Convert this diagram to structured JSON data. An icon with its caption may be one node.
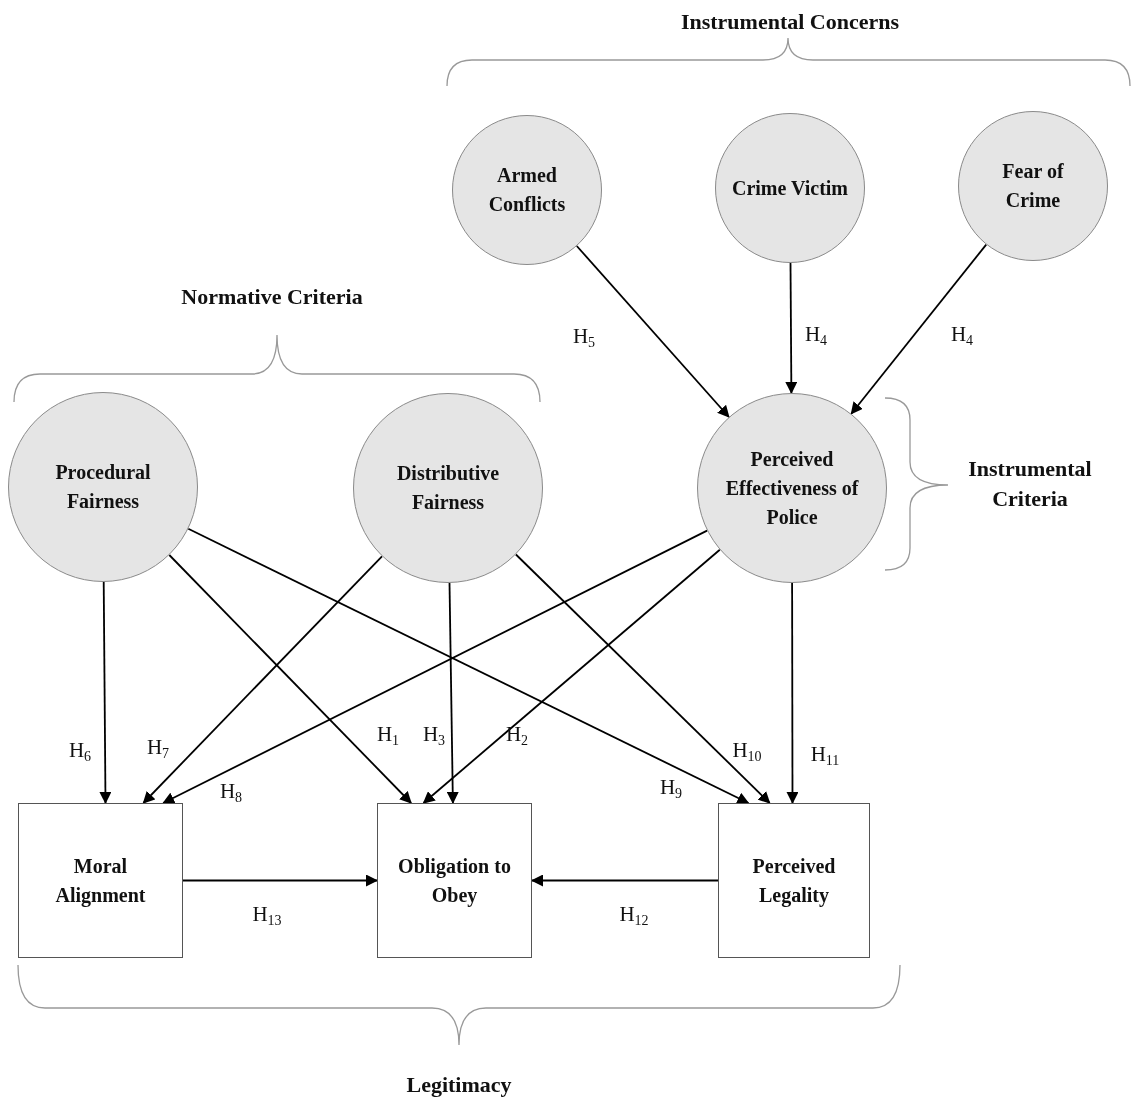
{
  "diagram": {
    "nodes": [
      {
        "text": [
          "Armed Conflicts"
        ]
      },
      {
        "text": [
          "Crime Victim"
        ]
      },
      {
        "text": [
          "Fear of Crime"
        ]
      },
      {
        "text": [
          "Procedural Fairness"
        ]
      },
      {
        "text": [
          "Distributive Fairness"
        ]
      },
      {
        "text": [
          "Perceived Effectiveness of Police"
        ]
      },
      {
        "text": [
          "Moral Alignment"
        ]
      },
      {
        "text": [
          "Obligation to Obey"
        ]
      },
      {
        "text": [
          "Perceived Legality"
        ]
      }
    ],
    "edges": [
      {
        "from": 0,
        "to": 5,
        "arrow": "to",
        "label": "H$_{5}$"
      },
      {
        "from": 1,
        "to": 5,
        "arrow": "to",
        "label": "H$_{4}$"
      },
      {
        "from": 2,
        "to": 5,
        "arrow": "to",
        "label": "H$_{4}$"
      },
      {
        "from": 3,
        "to": 6,
        "arrow": "to",
        "label": "H$_{6}$"
      },
      {
        "from": 3,
        "to": 7,
        "arrow": "to",
        "label": "H$_{1}$"
      },
      {
        "from": 3,
        "to": 8,
        "arrow": "to",
        "label": "H$_{9}$"
      },
      {
        "from": 4,
        "to": 6,
        "arrow": "to",
        "label": "H$_{7}$"
      },
      {
        "from": 4,
        "to": 7,
        "arrow": "to",
        "label": "H$_{3}$"
      },
      {
        "from": 4,
        "to": 8,
        "arrow": "to",
        "label": "H$_{10}$"
      },
      {
        "from": 5,
        "to": 6,
        "arrow": "to",
        "label": "H$_{8}$"
      },
      {
        "from": 5,
        "to": 7,
        "arrow": "to",
        "label": "H$_{2}$"
      },
      {
        "from": 5,
        "to": 8,
        "arrow": "to",
        "label": "H$_{11}$"
      },
      {
        "from": 6,
        "to": 7,
        "arrow": "to",
        "label": "H$_{13}$"
      },
      {
        "from": 8,
        "to": 7,
        "arrow": "to",
        "label": "H$_{12}$"
      }
    ],
    "labels": [
      "Instrumental Concerns",
      "Normative Criteria",
      "Instrumental Criteria",
      "Legitimacy"
    ]
  }
}
